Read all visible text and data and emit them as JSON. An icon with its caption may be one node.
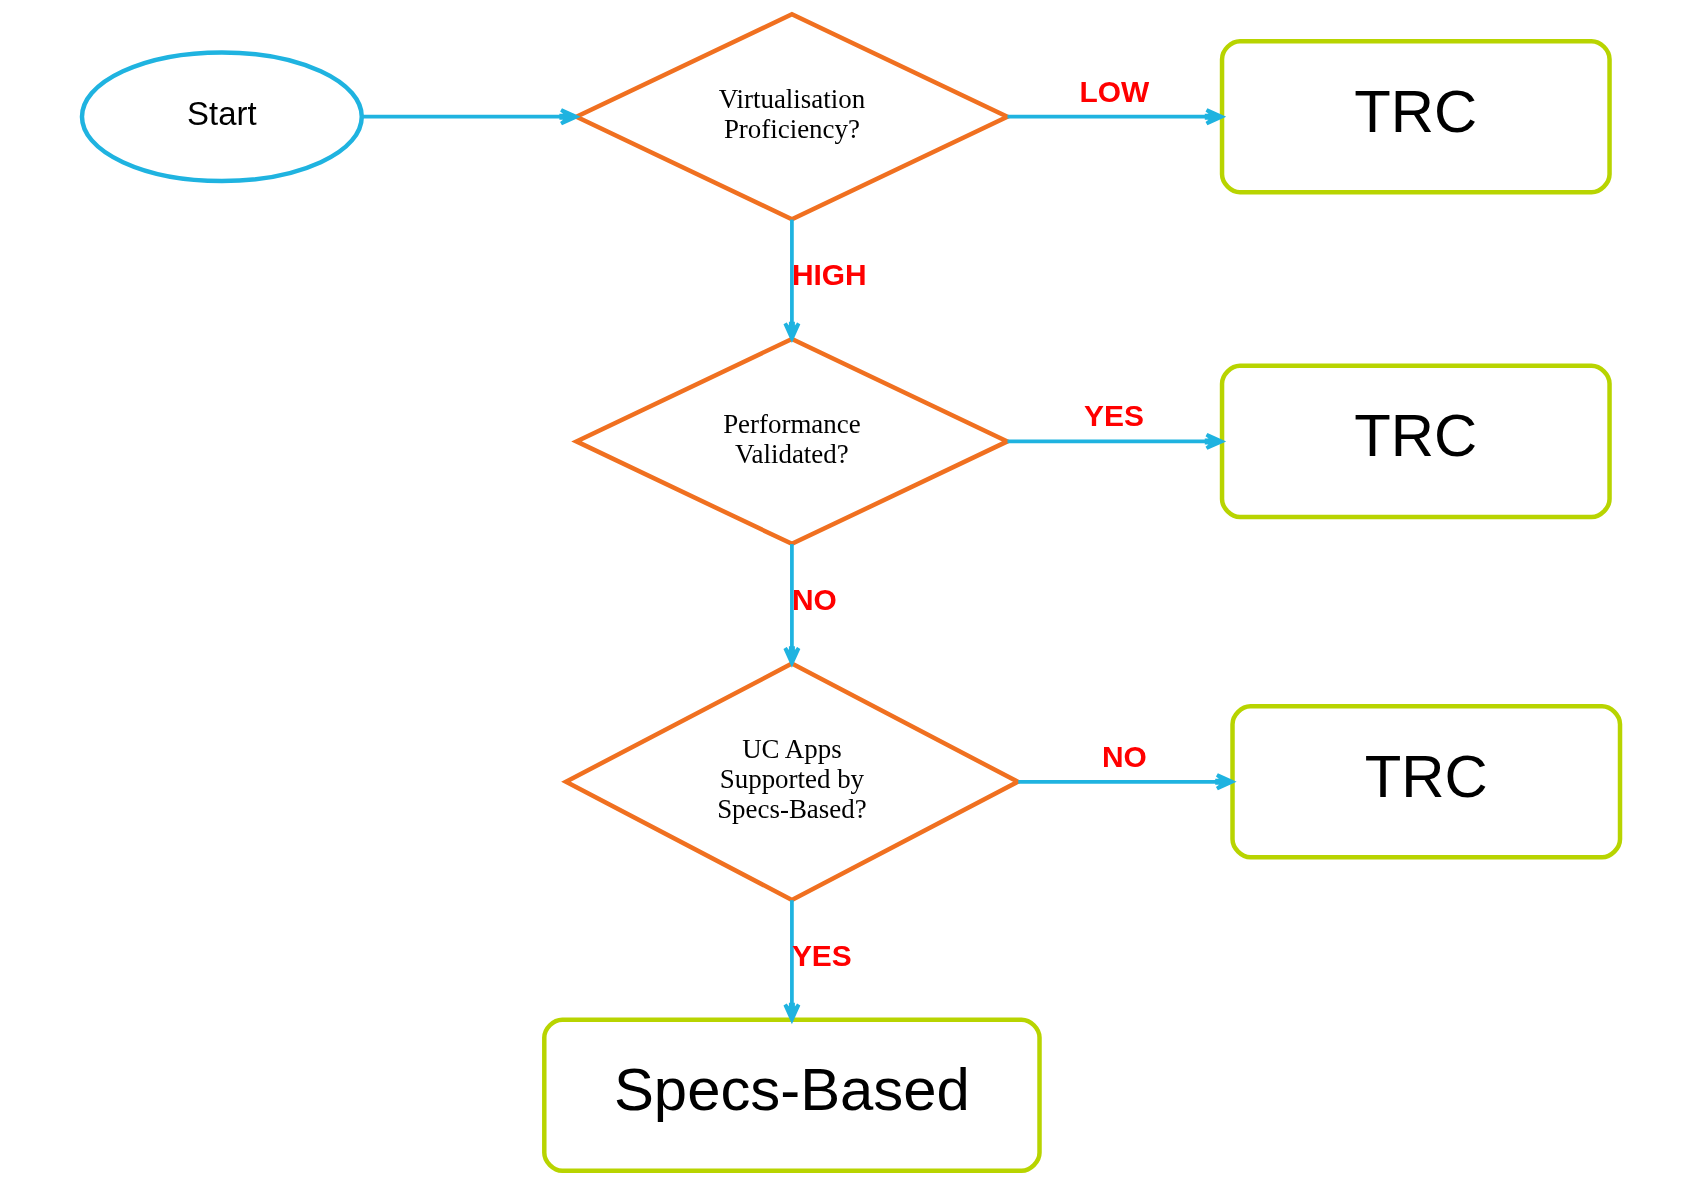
{
  "diagram": {
    "nodes": [
      {
        "text": [
          "Start"
        ]
      },
      {
        "text": [
          "Virtualisation Proficiency?"
        ]
      },
      {
        "text": [
          "TRC"
        ]
      },
      {
        "text": [
          "Performance Validated?"
        ]
      },
      {
        "text": [
          "TRC"
        ]
      },
      {
        "text": [
          "UC Apps Supported by Specs-Based?"
        ]
      },
      {
        "text": [
          "TRC"
        ]
      },
      {
        "text": [
          "Specs-Based"
        ]
      }
    ],
    "edges": [
      {
        "from": 0,
        "to": 1,
        "arrow": "to"
      },
      {
        "from": 1,
        "to": 2,
        "arrow": "to",
        "label": "LOW"
      },
      {
        "from": 1,
        "to": 3,
        "arrow": "to",
        "label": "HIGH"
      },
      {
        "from": 3,
        "to": 4,
        "arrow": "to",
        "label": "YES"
      },
      {
        "from": 3,
        "to": 5,
        "arrow": "to",
        "label": "NO"
      },
      {
        "from": 5,
        "to": 6,
        "arrow": "to",
        "label": "NO"
      },
      {
        "from": 5,
        "to": 7,
        "arrow": "to",
        "label": "YES"
      }
    ]
  }
}
